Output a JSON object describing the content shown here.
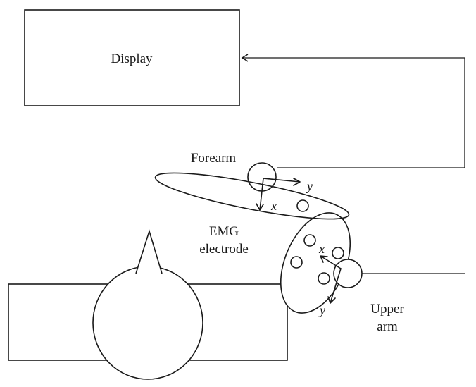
{
  "labels": {
    "display": "Display",
    "forearm": "Forearm",
    "emg_line1": "EMG",
    "emg_line2": "electrode",
    "upper_arm_line1": "Upper",
    "upper_arm_line2": "arm"
  },
  "forearm_axes": {
    "x": "x",
    "y": "y"
  },
  "upper_arm_axes": {
    "x": "x",
    "y": "y"
  }
}
